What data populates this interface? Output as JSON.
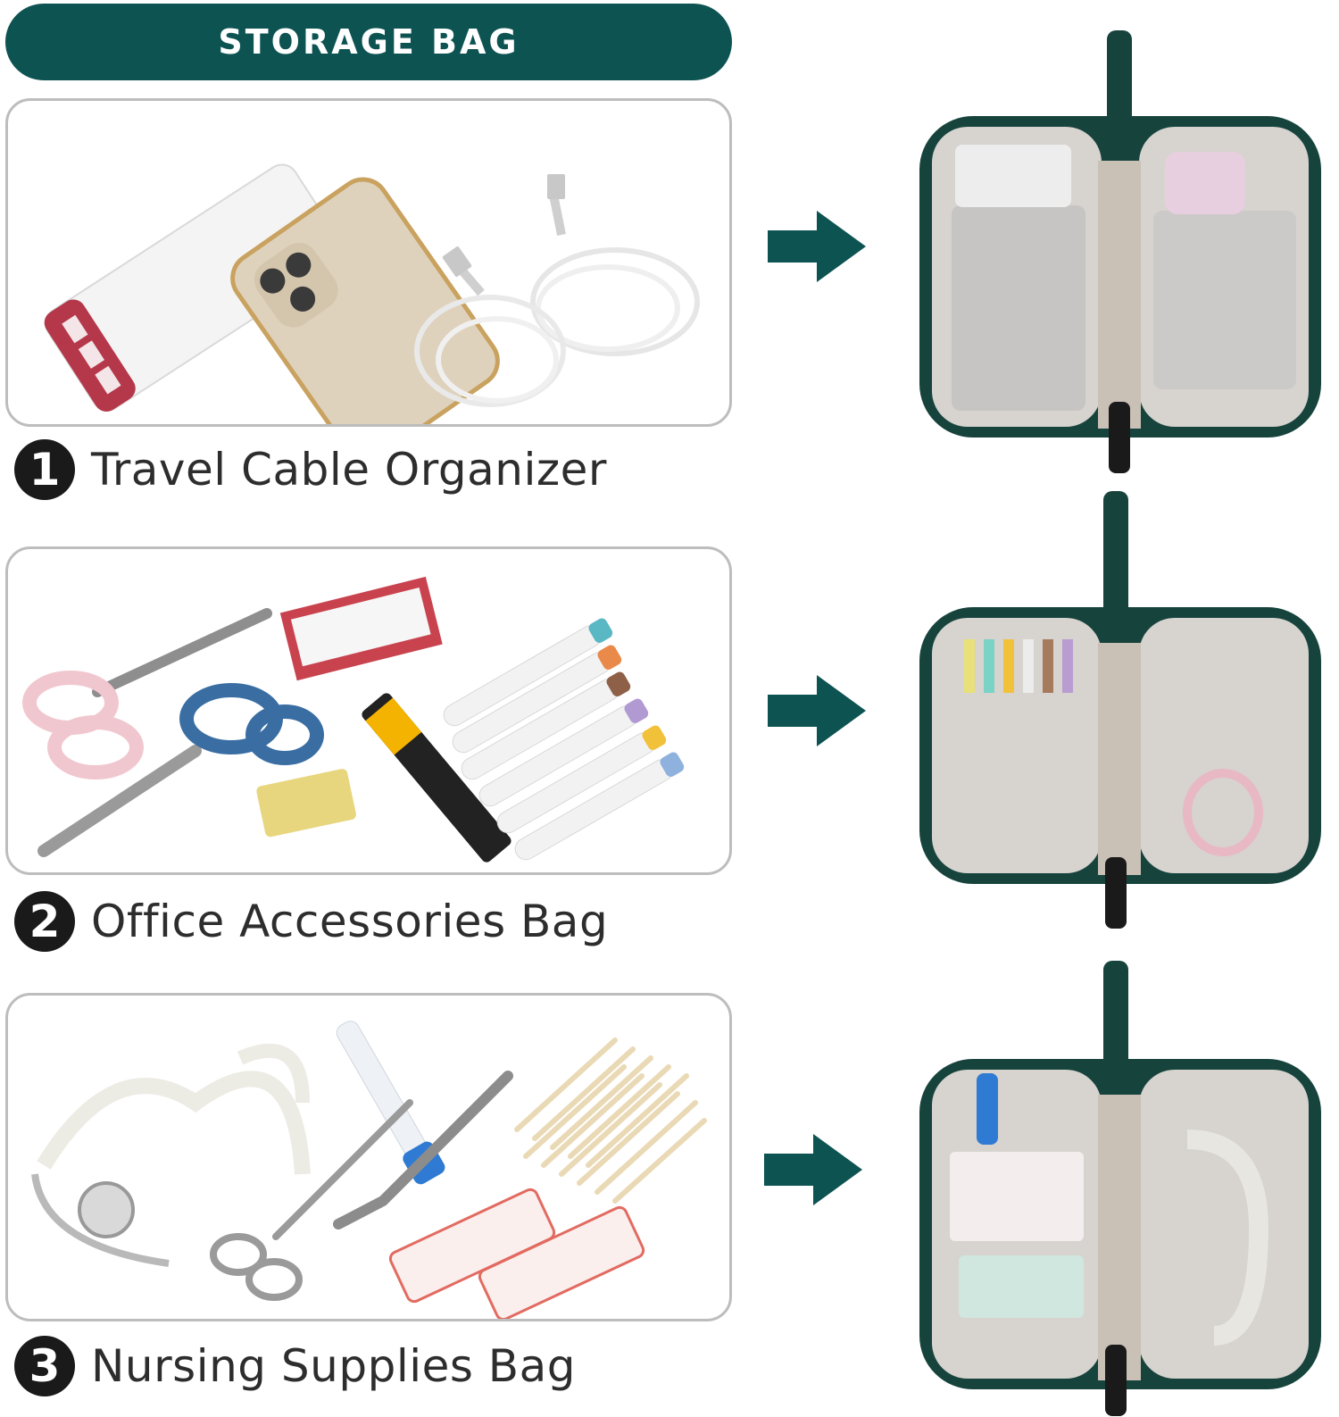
{
  "header": {
    "title": "STORAGE BAG"
  },
  "colors": {
    "brand_teal": "#0d5352",
    "bag_green": "#17433d",
    "card_border": "#bdbdbd",
    "badge": "#1a1a1a"
  },
  "items": [
    {
      "number": "1",
      "label": "Travel Cable Organizer",
      "contents": [
        "power-bank",
        "smartphone",
        "usb-cables"
      ]
    },
    {
      "number": "2",
      "label": "Office Accessories Bag",
      "contents": [
        "scissors",
        "staples-box",
        "highlighters",
        "eraser",
        "utility-knife"
      ]
    },
    {
      "number": "3",
      "label": "Nursing Supplies Bag",
      "contents": [
        "stethoscope",
        "thermometer",
        "medical-scissors",
        "tweezers",
        "cotton-swabs",
        "bandages"
      ]
    }
  ],
  "icons": {
    "arrow": "right-arrow-icon"
  }
}
